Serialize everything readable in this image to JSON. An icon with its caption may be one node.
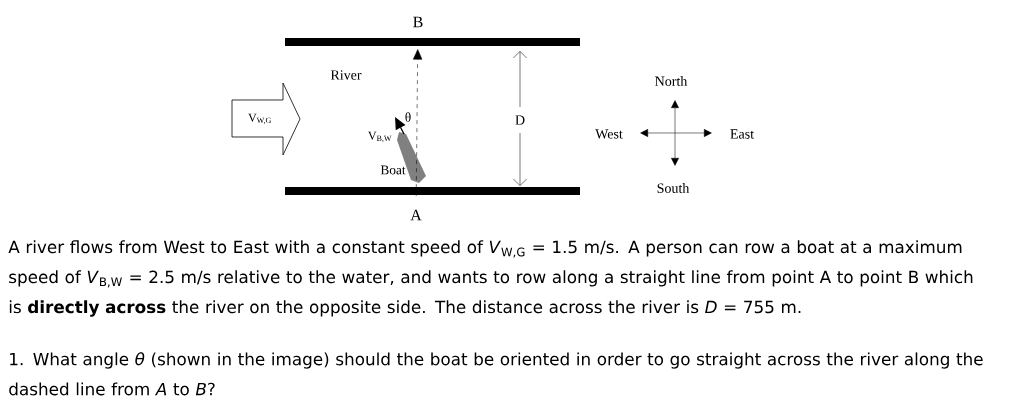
{
  "diagram": {
    "nodes": [
      {
        "text": [
          "B"
        ]
      },
      {
        "text": [
          "A"
        ]
      },
      {
        "text": [
          "V$_{W,G}$"
        ]
      }
    ],
    "edges": [
      {
        "from": 1,
        "to": 0,
        "arrow": "to",
        "style": "dashed"
      }
    ],
    "labels": [
      "River",
      "θ",
      "V$_{B,W}$",
      "Boat",
      "D",
      "North",
      "West",
      "East",
      "South",
      "A river flows from West to East with a constant speed of *V*$_{W,G}$ = 1.5 m/s. A person can row a boat at a maximum speed of *V*$_{B,W}$ = 2.5 m/s relative to the water, and wants to row along a straight line from point A to point B which is **directly across** the river on the opposite side. The distance across the river is *D* = 755 m.",
      "1. What angle *θ* (shown in the image) should the boat be oriented in order to go straight across the river along the dashed line from *A* to *B*?"
    ]
  }
}
